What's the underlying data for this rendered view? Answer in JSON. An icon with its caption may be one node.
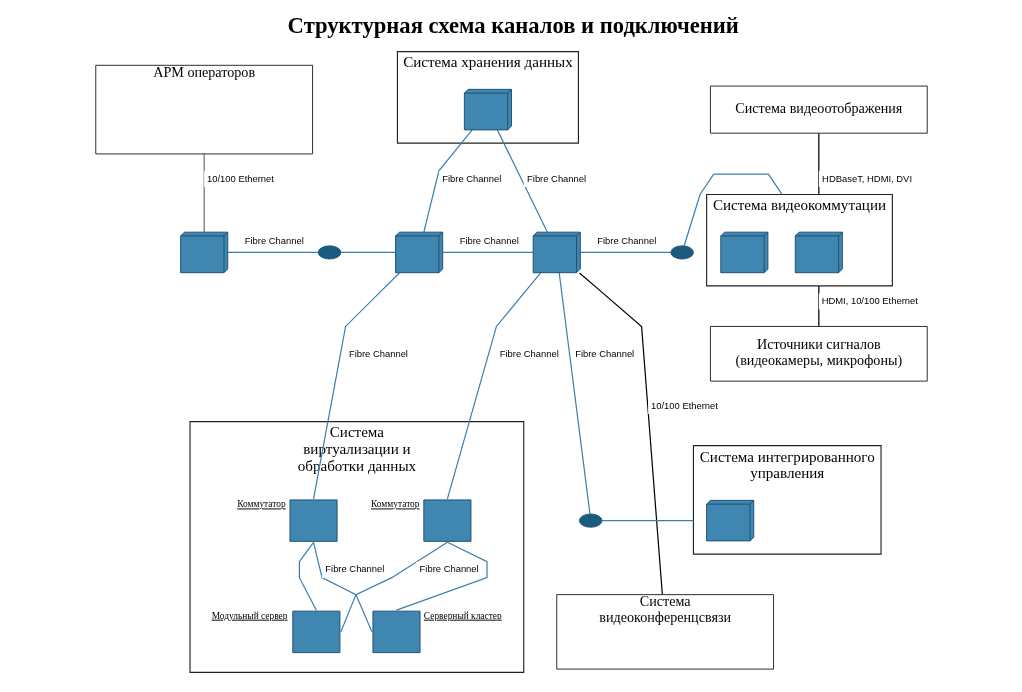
{
  "diagram": {
    "title": "Структурная схема каналов и подключений",
    "nodes": [
      {
        "text": [
          "АРМ операторов"
        ]
      },
      {
        "text": [],
        "shape": "picture"
      },
      {
        "text": [],
        "shape": "ellipse"
      },
      {
        "text": [
          "Система хранения данных"
        ]
      },
      {
        "text": [],
        "shape": "picture",
        "in": 3
      },
      {
        "text": [],
        "shape": "picture"
      },
      {
        "text": [],
        "shape": "picture"
      },
      {
        "text": [],
        "shape": "ellipse"
      },
      {
        "text": [
          "Система видеоотображения"
        ]
      },
      {
        "text": [
          "Система видеокоммутации"
        ]
      },
      {
        "text": [],
        "shape": "picture",
        "in": 9
      },
      {
        "text": [],
        "shape": "picture",
        "in": 9
      },
      {
        "text": [
          "Источники сигналов (видеокамеры, микрофоны)"
        ]
      },
      {
        "text": [
          "Система виртуализации и обработки данных"
        ]
      },
      {
        "text": [
          "Коммутатор"
        ],
        "in": 13
      },
      {
        "text": [
          "Коммутатор"
        ],
        "in": 13
      },
      {
        "text": [
          "Модульный сервер"
        ],
        "in": 13
      },
      {
        "text": [
          "Серверный кластер"
        ],
        "in": 13
      },
      {
        "text": [],
        "shape": "ellipse"
      },
      {
        "text": [
          "Система интегрированного управления"
        ]
      },
      {
        "text": [],
        "shape": "picture",
        "in": 19
      },
      {
        "text": [
          "Система видеоконференцсвязи"
        ]
      }
    ],
    "edges": [
      {
        "from": 0,
        "to": 1,
        "arrow": "none",
        "label": "10/100 Ethernet",
        "color": "#707070"
      },
      {
        "from": 1,
        "to": 2,
        "arrow": "none",
        "label": "Fibre Channel"
      },
      {
        "from": 2,
        "to": 5,
        "arrow": "none"
      },
      {
        "from": 4,
        "to": 5,
        "arrow": "none",
        "label": "Fibre Channel"
      },
      {
        "from": 4,
        "to": 6,
        "arrow": "none",
        "label": "Fibre Channel"
      },
      {
        "from": 5,
        "to": 6,
        "arrow": "none",
        "label": "Fibre Channel"
      },
      {
        "from": 6,
        "to": 7,
        "arrow": "none",
        "label": "Fibre Channel"
      },
      {
        "from": 7,
        "to": 9,
        "arrow": "none"
      },
      {
        "from": 8,
        "to": 9,
        "arrow": "none",
        "label": "HDBaseT, HDMI, DVI",
        "color": "#000000"
      },
      {
        "from": 9,
        "to": 12,
        "arrow": "none",
        "label": "HDMI, 10/100 Ethernet",
        "color": "#000000"
      },
      {
        "from": 5,
        "to": 14,
        "arrow": "none",
        "label": "Fibre Channel"
      },
      {
        "from": 6,
        "to": 15,
        "arrow": "none",
        "label": "Fibre Channel"
      },
      {
        "from": 6,
        "to": 18,
        "arrow": "none",
        "label": "Fibre Channel"
      },
      {
        "from": 18,
        "to": 19,
        "arrow": "none"
      },
      {
        "from": 6,
        "to": 21,
        "arrow": "none",
        "label": "10/100 Ethernet",
        "color": "#000000"
      },
      {
        "from": 14,
        "to": 16,
        "arrow": "none"
      },
      {
        "from": 15,
        "to": 17,
        "arrow": "none"
      },
      {
        "from": 15,
        "to": 16,
        "arrow": "none",
        "label": "Fibre Channel"
      },
      {
        "from": 14,
        "to": 17,
        "arrow": "none",
        "label": "Fibre Channel"
      }
    ]
  }
}
